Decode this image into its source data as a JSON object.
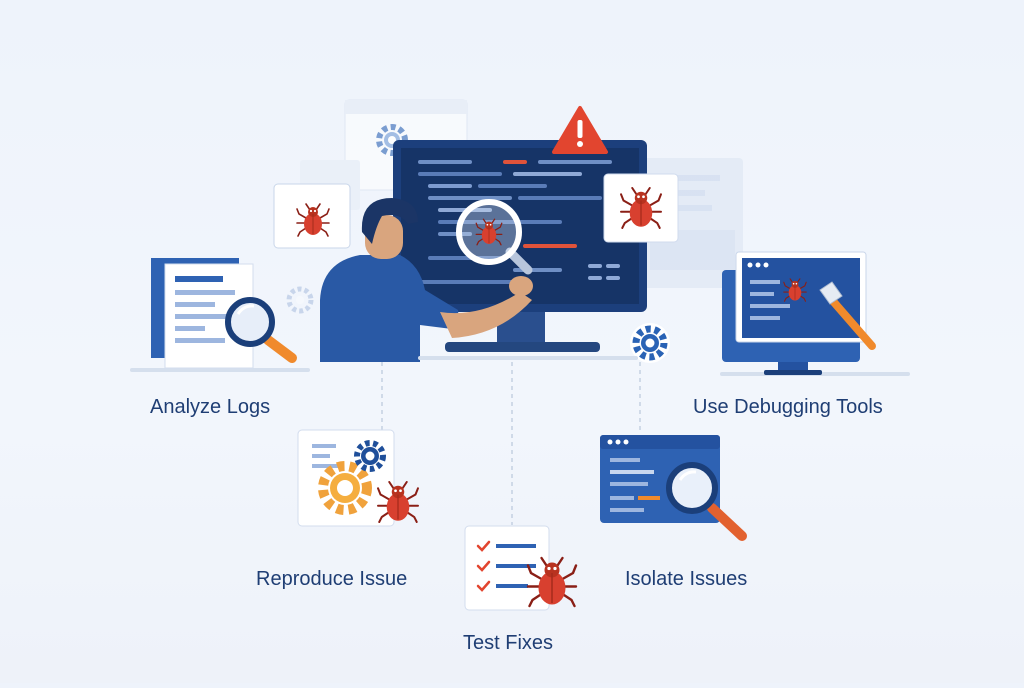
{
  "steps": {
    "analyze_logs": "Analyze Logs",
    "use_debugging_tools": "Use Debugging Tools",
    "reproduce_issue": "Reproduce Issue",
    "isolate_issues": "Isolate Issues",
    "test_fixes": "Test Fixes"
  },
  "colors": {
    "primary_blue": "#1e5aa8",
    "dark_navy": "#1b3f7a",
    "bug_red": "#d8402f",
    "accent_orange": "#f08a2c",
    "warning_red": "#e2452f",
    "label_text": "#1f3e74"
  },
  "icons": [
    "warning-icon",
    "bug-icon",
    "magnifier-icon",
    "gear-icon",
    "document-icon",
    "wrench-icon",
    "checklist-icon",
    "monitor-icon"
  ]
}
